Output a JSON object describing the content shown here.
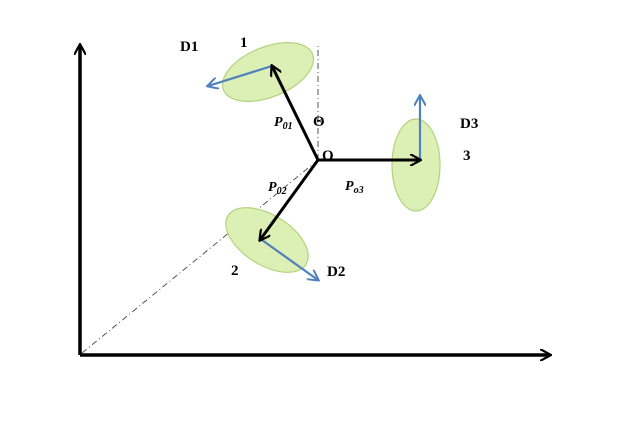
{
  "colors": {
    "ellipse_fill": "#dcefb4",
    "ellipse_stroke": "#b2d37e",
    "vector_blue": "#4f81bd",
    "axis": "#000000",
    "dashdot": "#555555"
  },
  "labels": {
    "d1": "D1",
    "d2": "D2",
    "d3": "D3",
    "n1": "1",
    "n2": "2",
    "n3": "3",
    "origin": "O",
    "theta": "Θ",
    "p01_main": "P",
    "p01_sub": "01",
    "p02_main": "P",
    "p02_sub": "02",
    "p03_main": "P",
    "p03_sub": "o3"
  }
}
